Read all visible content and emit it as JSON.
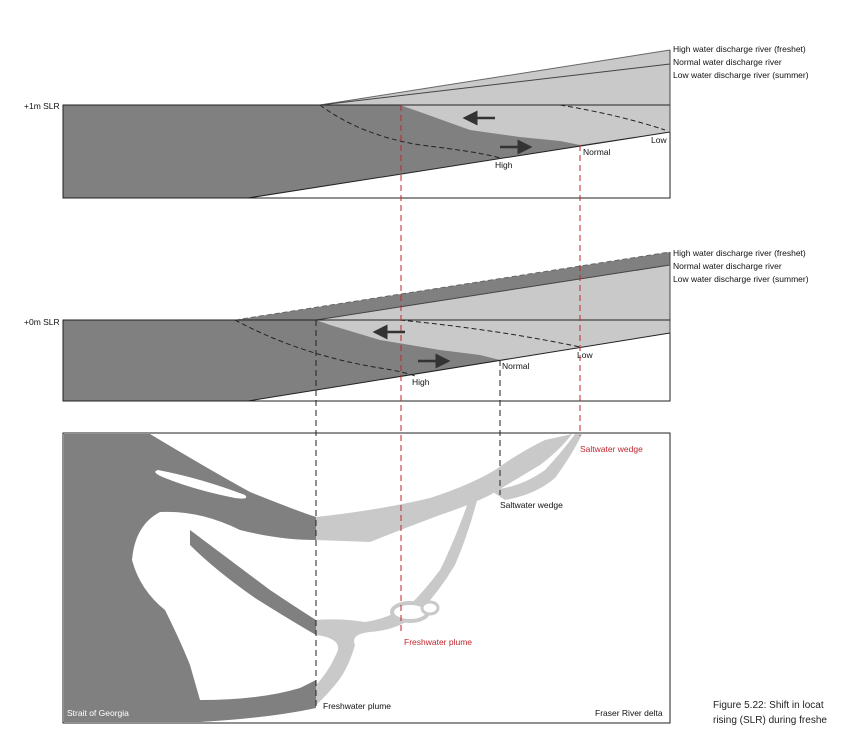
{
  "panel_1m": {
    "slr_label": "+1m SLR",
    "legend": [
      "High water discharge river (freshet)",
      "Normal water discharge river",
      "Low water discharge river (summer)"
    ],
    "wedge_labels": {
      "high": "High",
      "normal": "Normal",
      "low": "Low"
    }
  },
  "panel_0m": {
    "slr_label": "+0m SLR",
    "legend": [
      "High water discharge river (freshet)",
      "Normal water discharge river",
      "Low water discharge river (summer)"
    ],
    "wedge_labels": {
      "high": "High",
      "normal": "Normal",
      "low": "Low"
    }
  },
  "map": {
    "strait_label": "Strait of Georgia",
    "delta_label": "Fraser River delta",
    "saltwater_wedge_red": "Saltwater wedge",
    "saltwater_wedge_black": "Saltwater wedge",
    "freshwater_plume_red": "Freshwater plume",
    "freshwater_plume_black": "Freshwater plume"
  },
  "caption": {
    "line1": "Figure 5.22:  Shift in locat",
    "line2": "rising (SLR)  during freshe"
  },
  "colors": {
    "saltwater": "#808080",
    "freshwater": "#c9c9c9",
    "red_guides": "#c0262d"
  }
}
